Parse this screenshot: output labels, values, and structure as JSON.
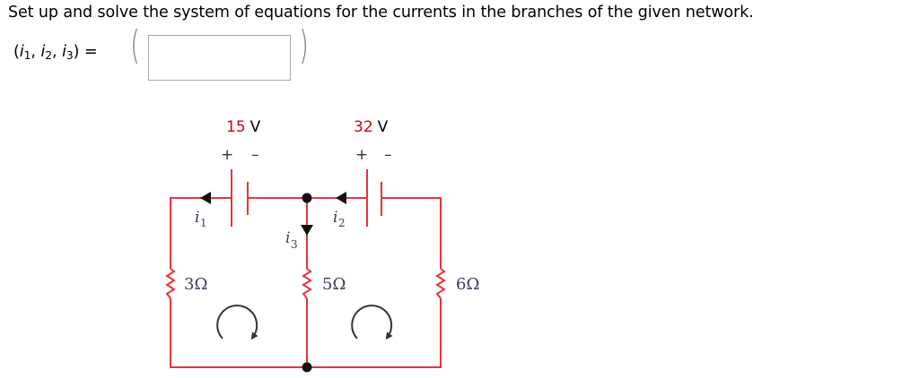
{
  "question": {
    "prompt": "Set up and solve the system of equations for the currents in the branches of the given network.",
    "answer_label_parts": {
      "open": "(",
      "i1": "i",
      "i1_sub": "1",
      "sep1": ", ",
      "i2": "i",
      "i2_sub": "2",
      "sep2": ", ",
      "i3": "i",
      "i3_sub": "3",
      "close": ") ="
    },
    "answer_input": {
      "value": "",
      "placeholder": ""
    },
    "paren_left": "(",
    "paren_right": ")"
  },
  "circuit": {
    "colors": {
      "wire": "#e8343c",
      "voltage": "#d0021b",
      "text": "#000000",
      "loop_arrow": "#333333"
    },
    "batteries": [
      {
        "value": "15",
        "unit": "V",
        "plus": "+",
        "minus": "–"
      },
      {
        "value": "32",
        "unit": "V",
        "plus": "+",
        "minus": "–"
      }
    ],
    "resistors": [
      {
        "label": "3Ω"
      },
      {
        "label": "5Ω"
      },
      {
        "label": "6Ω"
      }
    ],
    "currents": [
      {
        "symbol": "i",
        "sub": "1"
      },
      {
        "symbol": "i",
        "sub": "2"
      },
      {
        "symbol": "i",
        "sub": "3"
      }
    ],
    "loops": [
      {
        "direction": "clockwise"
      },
      {
        "direction": "clockwise"
      }
    ]
  }
}
